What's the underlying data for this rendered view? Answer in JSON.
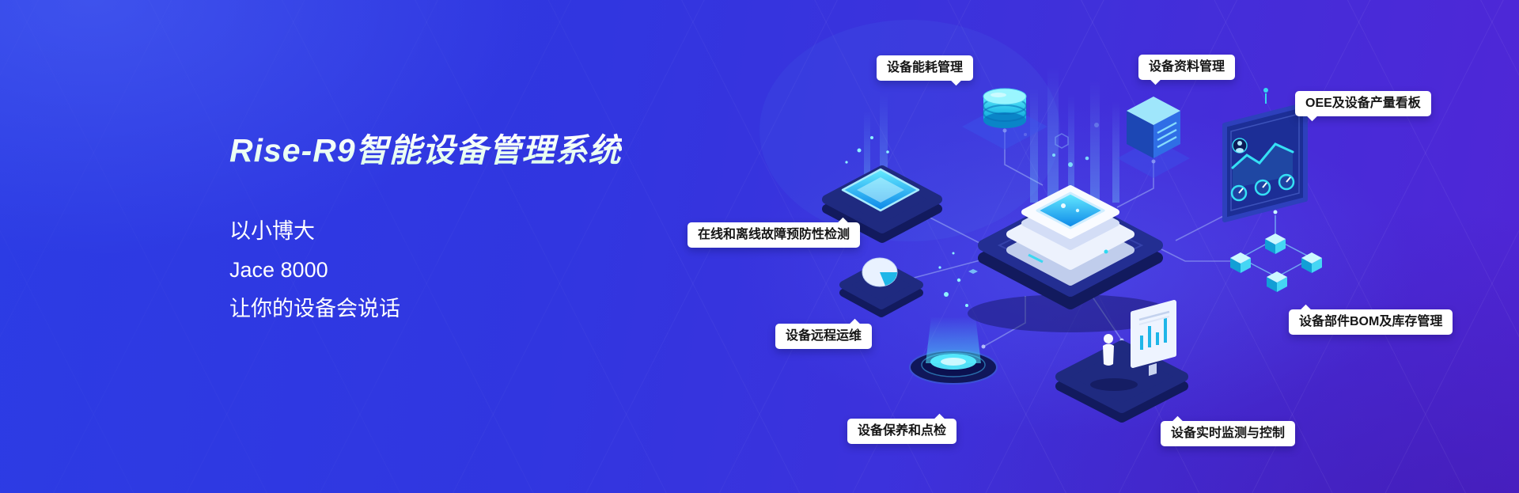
{
  "banner": {
    "title": "Rise-R9智能设备管理系统",
    "tagline_lines": [
      "以小博大",
      "Jace 8000",
      "让你的设备会说话"
    ]
  },
  "callouts": [
    {
      "id": "energy",
      "label": "设备能耗管理"
    },
    {
      "id": "docs",
      "label": "设备资料管理"
    },
    {
      "id": "oee",
      "label": "OEE及设备产量看板"
    },
    {
      "id": "fault",
      "label": "在线和离线故障预防性检测"
    },
    {
      "id": "remote",
      "label": "设备远程运维"
    },
    {
      "id": "maintenance",
      "label": "设备保养和点检"
    },
    {
      "id": "monitoring",
      "label": "设备实时监测与控制"
    },
    {
      "id": "bom",
      "label": "设备部件BOM及库存管理"
    }
  ],
  "illustration_icons": {
    "database-icon": "teal-cylinder",
    "server-rack-icon": "blue-iso-cube-with-stripes",
    "oee-dashboard-icon": "tilted-panel-with-chart-and-gauges",
    "detection-screen-icon": "glowing-iso-screen",
    "pie-chart-icon": "pie-on-iso-platform",
    "hologram-projector-icon": "glowing-disc-with-particles",
    "workstation-person-icon": "person-at-monitor-platform",
    "network-cubes-icon": "linked-mini-cubes",
    "central-gateway-icon": "white-machine-on-navy-platform",
    "light-beams": "vertical-teal-beams",
    "connector-lines": "thin-elbow-links"
  },
  "colors": {
    "bg_gradient_left": "#2c3ce4",
    "bg_gradient_right": "#5026d6",
    "accent_teal": "#2ed9f2",
    "platform_navy": "#1f2a80",
    "callout_bg": "#ffffff",
    "callout_text": "#151515",
    "title_tint": "#d9ffe9"
  }
}
